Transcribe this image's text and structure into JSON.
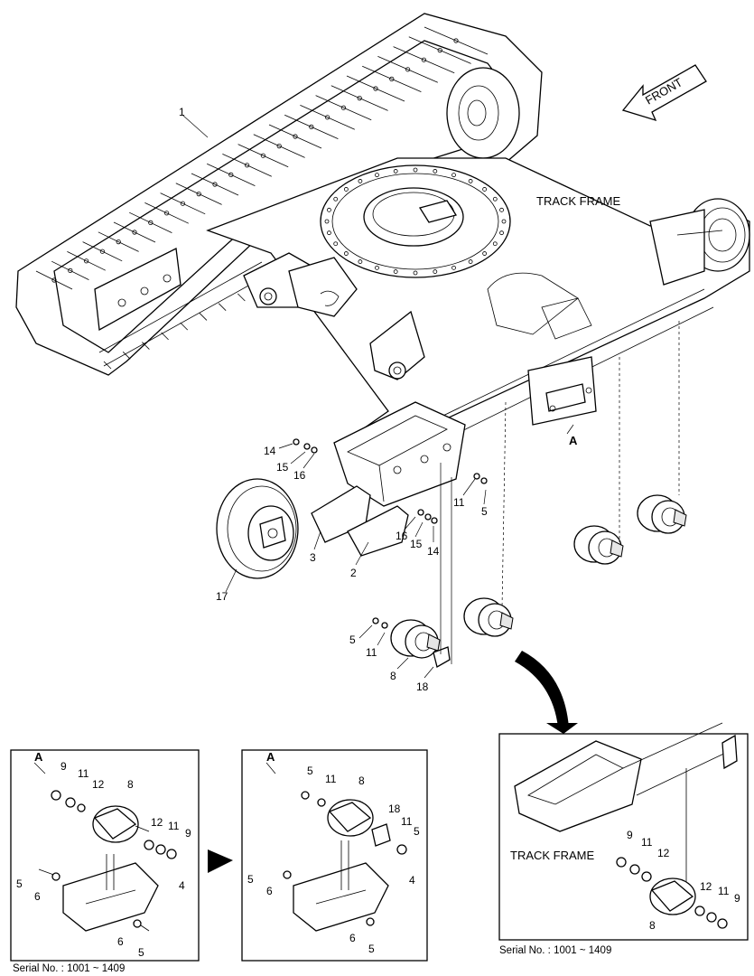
{
  "labels": {
    "front": "FRONT",
    "track_frame_main": "TRACK FRAME",
    "track_frame_detail": "TRACK FRAME",
    "detail_a_1": "A",
    "detail_a_2": "A",
    "view_marker_a": "A",
    "serial_1": "Serial No. : 1001 ~ 1409",
    "serial_2": "Serial No. : 1001 ~ 1409"
  },
  "callouts_main": {
    "n1": "1",
    "n14a": "14",
    "n15a": "15",
    "n16a": "16",
    "n11a": "11",
    "n5a": "5",
    "n3": "3",
    "n2": "2",
    "n16b": "16",
    "n15b": "15",
    "n14b": "14",
    "n17": "17",
    "n5b": "5",
    "n11b": "11",
    "n8": "8",
    "n18": "18"
  },
  "callouts_detail1": {
    "n9a": "9",
    "n11a": "11",
    "n12a": "12",
    "n8": "8",
    "n12b": "12",
    "n11b": "11",
    "n9b": "9",
    "n4": "4",
    "n5a": "5",
    "n6a": "6",
    "n6b": "6",
    "n5b": "5"
  },
  "callouts_detail2": {
    "n5a": "5",
    "n11a": "11",
    "n8": "8",
    "n18": "18",
    "n11b": "11",
    "n5b": "5",
    "n4": "4",
    "n5c": "5",
    "n6a": "6",
    "n6b": "6",
    "n5d": "5"
  },
  "callouts_detail3": {
    "n9a": "9",
    "n11a": "11",
    "n12a": "12",
    "n12b": "12",
    "n11b": "11",
    "n9b": "9",
    "n8": "8"
  }
}
